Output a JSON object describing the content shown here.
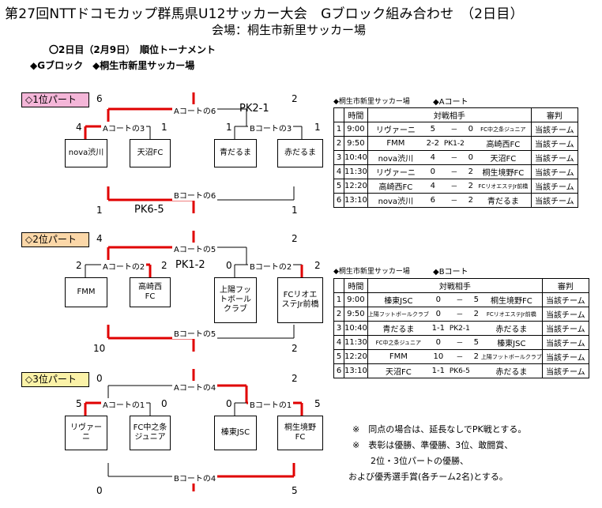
{
  "header": {
    "title": "第27回NTTドコモカップ群馬県U12サッカー大会　Gブロック組み合わせ　（2日目）",
    "venue": "会場：桐生市新里サッカー場",
    "subtitle": "〇2日目（2月9日）　順位トーナメント",
    "block": "◆Gブロック　◆桐生市新里サッカー場"
  },
  "brackets": [
    {
      "part_label": "◇1位パート",
      "part_color": "#f4b6d8",
      "top_left_score": "6",
      "top_right_score": "2",
      "final_top_label": "Aコートの6",
      "final_top_pk": "PK2-1",
      "semi_left_scores": [
        "4",
        "1"
      ],
      "semi_left_label": "Aコートの3",
      "semi_right_scores": [
        "1",
        "1"
      ],
      "semi_right_label": "Bコートの3",
      "teams": [
        "nova渋川",
        "天沼FC",
        "青だるま",
        "赤だるま"
      ],
      "final_bottom_label": "Bコートの6",
      "bottom_pk": "PK6-5",
      "bottom_left_score": "1",
      "bottom_right_score": "1"
    },
    {
      "part_label": "◇2位パート",
      "part_color": "#fbd7a8",
      "top_left_score": "4",
      "top_right_score": "2",
      "final_top_label": "Aコートの5",
      "final_top_pk": "",
      "semi_left_scores": [
        "2",
        "2"
      ],
      "semi_left_label": "Aコートの2",
      "semi_left_pk": "PK1-2",
      "semi_right_scores": [
        "0",
        "2"
      ],
      "semi_right_label": "Bコートの2",
      "teams": [
        "FMM",
        "高崎西FC",
        "上陽フットボールクラブ",
        "FCリオエステJr前橋"
      ],
      "final_bottom_label": "Bコートの5",
      "bottom_pk": "",
      "bottom_left_score": "10",
      "bottom_right_score": "2"
    },
    {
      "part_label": "◇3位パート",
      "part_color": "#fbf2a8",
      "top_left_score": "0",
      "top_right_score": "2",
      "final_top_label": "Aコートの4",
      "final_top_pk": "",
      "semi_left_scores": [
        "5",
        "0"
      ],
      "semi_left_label": "Aコートの1",
      "semi_right_scores": [
        "0",
        "5"
      ],
      "semi_right_label": "Bコートの1",
      "teams": [
        "リヴァーニ",
        "FC中之条ジュニア",
        "榛東JSC",
        "桐生境野FC"
      ],
      "final_bottom_label": "Bコートの4",
      "bottom_pk": "",
      "bottom_left_score": "0",
      "bottom_right_score": "5"
    }
  ],
  "tables": [
    {
      "venue": "◆桐生市新里サッカー場",
      "court": "◆Aコート",
      "headers": [
        "時間",
        "対戦相手",
        "審判"
      ],
      "rows": [
        [
          "1",
          "9:00",
          "リヴァーニ",
          "5",
          "－",
          "0",
          "FC中之条ジュニア",
          "当該チーム"
        ],
        [
          "2",
          "9:50",
          "FMM",
          "2-2",
          "PK1-2",
          "",
          "高崎西FC",
          "当該チーム"
        ],
        [
          "3",
          "10:40",
          "nova渋川",
          "4",
          "－",
          "0",
          "天沼FC",
          "当該チーム"
        ],
        [
          "4",
          "11:30",
          "リヴァーニ",
          "0",
          "－",
          "2",
          "桐生境野FC",
          "当該チーム"
        ],
        [
          "5",
          "12:20",
          "高崎西FC",
          "4",
          "－",
          "2",
          "FCリオエステJr前橋",
          "当該チーム"
        ],
        [
          "6",
          "13:10",
          "nova渋川",
          "6",
          "－",
          "2",
          "青だるま",
          "当該チーム"
        ]
      ]
    },
    {
      "venue": "◆桐生市新里サッカー場",
      "court": "◆Bコート",
      "headers": [
        "時間",
        "対戦相手",
        "審判"
      ],
      "rows": [
        [
          "1",
          "9:00",
          "榛東JSC",
          "0",
          "－",
          "5",
          "桐生境野FC",
          "当該チーム"
        ],
        [
          "2",
          "9:50",
          "上陽フットボールクラブ",
          "0",
          "－",
          "2",
          "FCリオエステJr前橋",
          "当該チーム"
        ],
        [
          "3",
          "10:40",
          "青だるま",
          "1-1",
          "PK2-1",
          "",
          "赤だるま",
          "当該チーム"
        ],
        [
          "4",
          "11:30",
          "FC中之条ジュニア",
          "0",
          "－",
          "5",
          "榛東JSC",
          "当該チーム"
        ],
        [
          "5",
          "12:20",
          "FMM",
          "10",
          "－",
          "2",
          "上陽フットボールクラブ",
          "当該チーム"
        ],
        [
          "6",
          "13:10",
          "天沼FC",
          "1-1",
          "PK6-5",
          "",
          "赤だるま",
          "当該チーム"
        ]
      ]
    }
  ],
  "notes": [
    "※　同点の場合は、延長なしでPK戦とする。",
    "※　表彰は優勝、準優勝、3位、敢闘賞、",
    "2位・3位パートの優勝、",
    "および優秀選手賞(各チーム2名)とする。"
  ],
  "colors": {
    "winner_line": "#e00000"
  }
}
